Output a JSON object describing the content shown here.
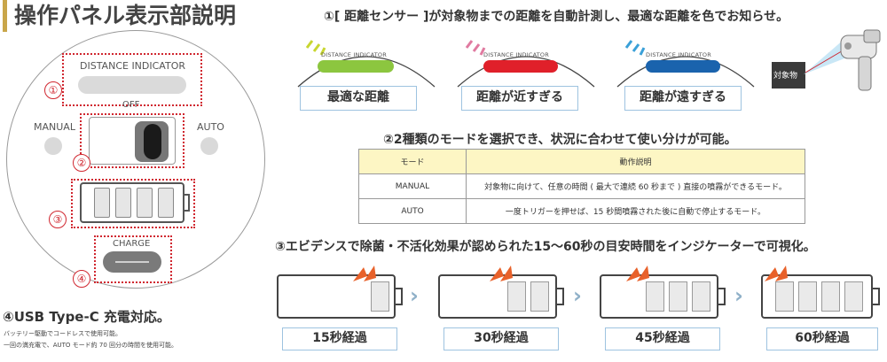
{
  "page_title": "操作パネル表示部説明",
  "panel": {
    "distance_indicator_label": "DISTANCE INDICATOR",
    "off_label": "OFF",
    "manual_label": "MANUAL",
    "auto_label": "AUTO",
    "charge_label": "CHARGE",
    "markers": [
      "①",
      "②",
      "③",
      "④"
    ]
  },
  "section1": {
    "heading": "①[ 距離センサー ]が対象物までの距離を自動計測し、最適な距離を色でお知らせ。",
    "indicator_caption": "DISTANCE INDICATOR",
    "states": [
      {
        "label": "最適な距離",
        "color": "#8cc63f",
        "ray_color": "#c8d630"
      },
      {
        "label": "距離が近すぎる",
        "color": "#e0202a",
        "ray_color": "#e07aa0"
      },
      {
        "label": "距離が遠すぎる",
        "color": "#1a63ad",
        "ray_color": "#3aa0d8"
      }
    ],
    "target_label": "対象物"
  },
  "section2": {
    "heading": "②2種類のモードを選択でき、状況に合わせて使い分けが可能。",
    "table": {
      "headers": [
        "モード",
        "動作説明"
      ],
      "rows": [
        [
          "MANUAL",
          "対象物に向けて、任意の時間 ( 最大で連続 60 秒まで ) 直接の噴霧ができるモード。"
        ],
        [
          "AUTO",
          "一度トリガーを押せば、15 秒間噴霧された後に自動で停止するモード。"
        ]
      ]
    }
  },
  "section3": {
    "heading": "③エビデンスで除菌・不活化効果が認められた15～60秒の目安時間をインジケーターで可視化。",
    "steps": [
      {
        "label": "15秒経過",
        "segments": 1
      },
      {
        "label": "30秒経過",
        "segments": 2
      },
      {
        "label": "45秒経過",
        "segments": 3
      },
      {
        "label": "60秒経過",
        "segments": 4
      }
    ]
  },
  "section4": {
    "heading": "④USB Type-C 充電対応。",
    "lines": [
      "バッテリー駆動でコードレスで使用可能。",
      "一回の満充電で、AUTO モード約 70 回分の時間を使用可能。"
    ]
  },
  "colors": {
    "accent_red": "#d0262f",
    "table_header": "#fdf6c4",
    "box_border": "#9ec3e0",
    "signal_orange": "#e8612a"
  }
}
